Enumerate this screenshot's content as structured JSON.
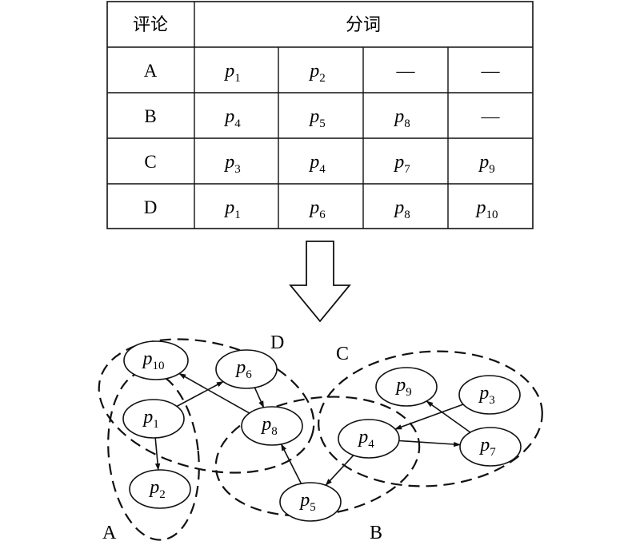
{
  "table": {
    "header": {
      "col1": "评论",
      "col2": "分词"
    },
    "rows": [
      {
        "label": "A",
        "cells": [
          {
            "p": "p",
            "sub": "1"
          },
          {
            "p": "p",
            "sub": "2"
          },
          {
            "dash": "—"
          },
          {
            "dash": "—"
          }
        ]
      },
      {
        "label": "B",
        "cells": [
          {
            "p": "p",
            "sub": "4"
          },
          {
            "p": "p",
            "sub": "5"
          },
          {
            "p": "p",
            "sub": "8"
          },
          {
            "dash": "—"
          }
        ]
      },
      {
        "label": "C",
        "cells": [
          {
            "p": "p",
            "sub": "3"
          },
          {
            "p": "p",
            "sub": "4"
          },
          {
            "p": "p",
            "sub": "7"
          },
          {
            "p": "p",
            "sub": "9"
          }
        ]
      },
      {
        "label": "D",
        "cells": [
          {
            "p": "p",
            "sub": "1"
          },
          {
            "p": "p",
            "sub": "6"
          },
          {
            "p": "p",
            "sub": "8"
          },
          {
            "p": "p",
            "sub": "10"
          }
        ]
      }
    ]
  },
  "graph": {
    "groups": [
      {
        "id": "A",
        "label": "A"
      },
      {
        "id": "B",
        "label": "B"
      },
      {
        "id": "C",
        "label": "C"
      },
      {
        "id": "D",
        "label": "D"
      }
    ],
    "nodes": [
      {
        "id": "p1",
        "p": "p",
        "sub": "1"
      },
      {
        "id": "p2",
        "p": "p",
        "sub": "2"
      },
      {
        "id": "p3",
        "p": "p",
        "sub": "3"
      },
      {
        "id": "p4",
        "p": "p",
        "sub": "4"
      },
      {
        "id": "p5",
        "p": "p",
        "sub": "5"
      },
      {
        "id": "p6",
        "p": "p",
        "sub": "6"
      },
      {
        "id": "p7",
        "p": "p",
        "sub": "7"
      },
      {
        "id": "p8",
        "p": "p",
        "sub": "8"
      },
      {
        "id": "p9",
        "p": "p",
        "sub": "9"
      },
      {
        "id": "p10",
        "p": "p",
        "sub": "10"
      }
    ],
    "edges": [
      {
        "from": "p1",
        "to": "p2"
      },
      {
        "from": "p1",
        "to": "p6"
      },
      {
        "from": "p6",
        "to": "p8"
      },
      {
        "from": "p8",
        "to": "p10"
      },
      {
        "from": "p5",
        "to": "p8"
      },
      {
        "from": "p4",
        "to": "p5"
      },
      {
        "from": "p4",
        "to": "p7"
      },
      {
        "from": "p3",
        "to": "p4"
      },
      {
        "from": "p7",
        "to": "p9"
      }
    ]
  }
}
